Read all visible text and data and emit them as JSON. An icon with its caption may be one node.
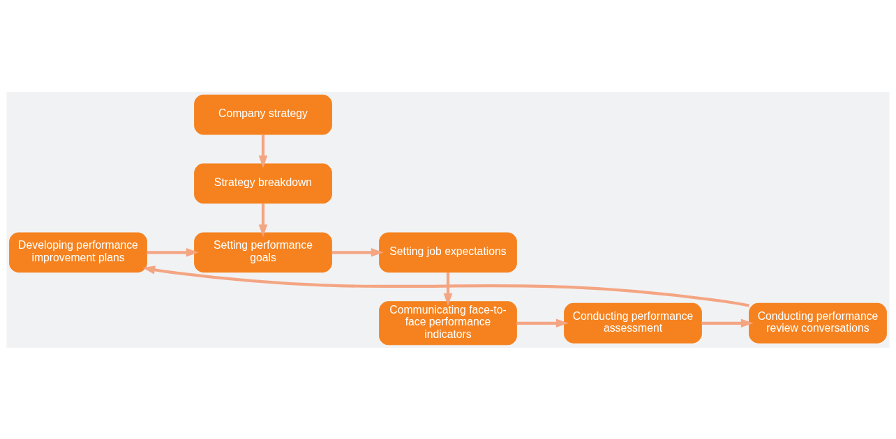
{
  "diagram": {
    "nodes": [
      {
        "text": [
          "Company strategy"
        ]
      },
      {
        "text": [
          "Strategy breakdown"
        ]
      },
      {
        "text": [
          "Developing performance improvement plans"
        ]
      },
      {
        "text": [
          "Setting performance goals"
        ]
      },
      {
        "text": [
          "Setting job expectations"
        ]
      },
      {
        "text": [
          "Conducting performance review conversations"
        ]
      },
      {
        "text": [
          "Conducting performance assessment"
        ]
      },
      {
        "text": [
          "Communicating face-to-face performance indicators"
        ]
      }
    ],
    "edges": [
      {
        "from": 0,
        "to": 1,
        "arrow": "to"
      },
      {
        "from": 1,
        "to": 3,
        "arrow": "to"
      },
      {
        "from": 2,
        "to": 3,
        "arrow": "to"
      },
      {
        "from": 3,
        "to": 4,
        "arrow": "to"
      },
      {
        "from": 4,
        "to": 7,
        "arrow": "to"
      },
      {
        "from": 7,
        "to": 6,
        "arrow": "to"
      },
      {
        "from": 6,
        "to": 5,
        "arrow": "to"
      },
      {
        "from": 5,
        "to": 2,
        "arrow": "to"
      }
    ]
  }
}
